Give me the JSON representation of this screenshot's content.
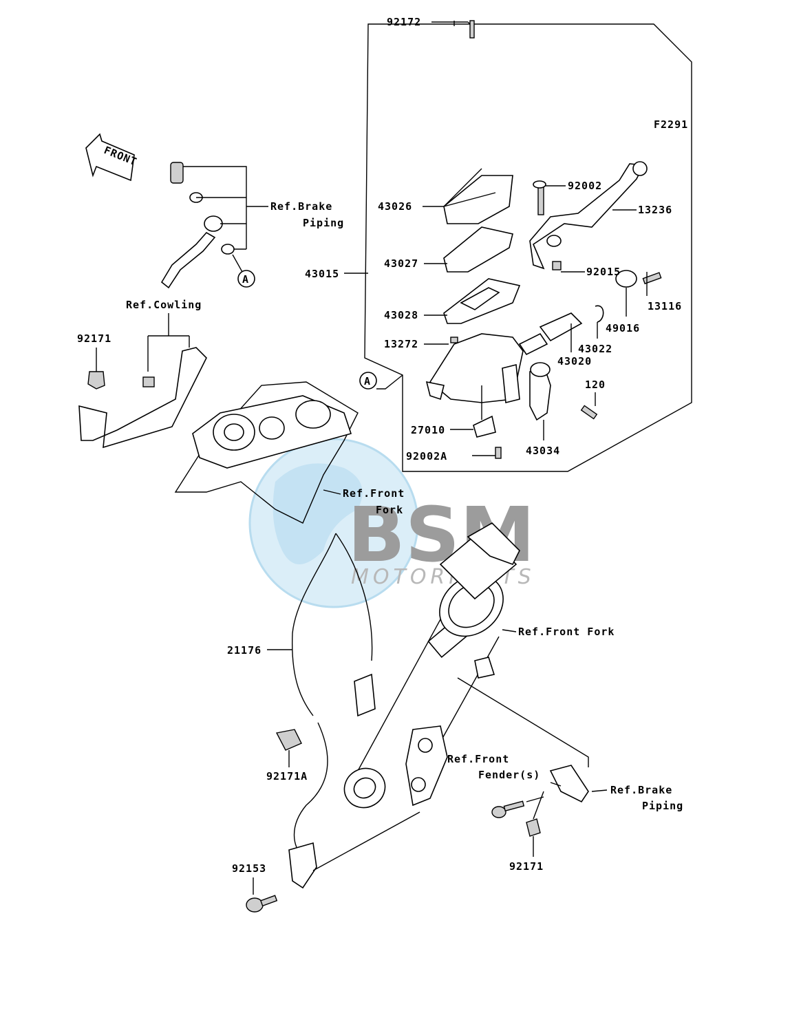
{
  "diagram_code": "F2291",
  "front_arrow_label": "FRONT",
  "watermark": {
    "brand": "BSM",
    "sub": "MOTORPARTS"
  },
  "labels": {
    "p92172": "92172",
    "p43026": "43026",
    "p43027": "43027",
    "p43028": "43028",
    "p43015": "43015",
    "p13272": "13272",
    "p27010": "27010",
    "p92002A": "92002A",
    "p92002": "92002",
    "p13236": "13236",
    "p92015": "92015",
    "p13116": "13116",
    "p49016": "49016",
    "p43022": "43022",
    "p43020": "43020",
    "p120": "120",
    "p43034": "43034",
    "p92171_top": "92171",
    "p21176": "21176",
    "p92171A": "92171A",
    "p92153": "92153",
    "p92171_bottom": "92171"
  },
  "refs": {
    "brake_piping_top_1": "Ref.Brake",
    "brake_piping_top_2": "Piping",
    "cowling": "Ref.Cowling",
    "front_fork_1_a": "Ref.Front",
    "front_fork_1_b": "Fork",
    "front_fork_2": "Ref.Front Fork",
    "front_fender_a": "Ref.Front",
    "front_fender_b": "Fender(s)",
    "brake_piping_bottom_1": "Ref.Brake",
    "brake_piping_bottom_2": "Piping"
  },
  "callouts": {
    "a_top": "A",
    "a_mid": "A"
  }
}
